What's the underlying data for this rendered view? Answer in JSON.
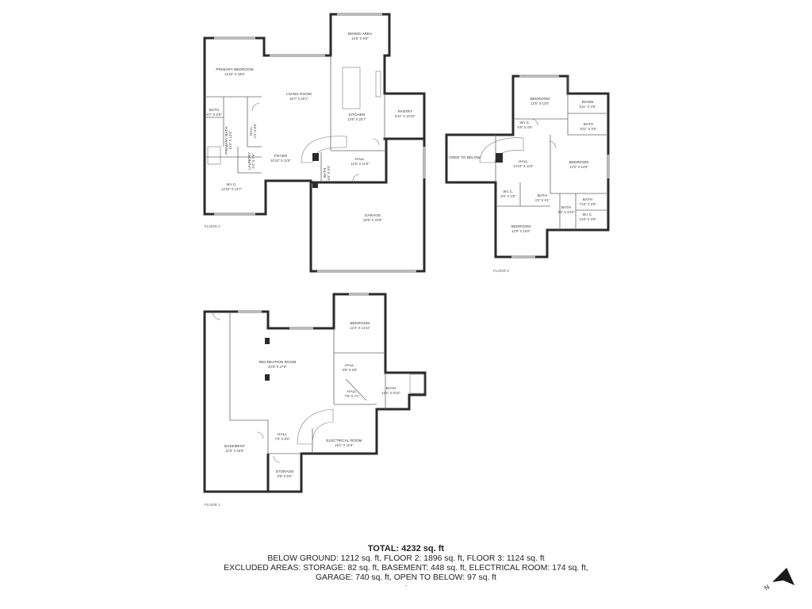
{
  "floors": {
    "floor2": {
      "label": "FLOOR 2",
      "rooms": [
        {
          "name": "PRIMARY BEDROOM",
          "dims": "14'10\" X 18'5\""
        },
        {
          "name": "LIVING ROOM",
          "dims": "16'7\" X 20'1\""
        },
        {
          "name": "DINING AREA",
          "dims": "14'5\" X 9'8\""
        },
        {
          "name": "KITCHEN",
          "dims": "13'5\" X 20'7\""
        },
        {
          "name": "PANTRY",
          "dims": "8'11\" X 10'10\""
        },
        {
          "name": "BATH",
          "dims": "5'7\" X 5'9\""
        },
        {
          "name": "PRIMARY BATH",
          "dims": "16'3\" X 13'3\""
        },
        {
          "name": "HALL",
          "dims": "4'2\" X 8'6\""
        },
        {
          "name": "FOYER",
          "dims": "20'10\" X 11'9\""
        },
        {
          "name": "LAUNDRY",
          "dims": "6'3\" X 7'9\""
        },
        {
          "name": "BATH",
          "dims": "5'8\" X 5'0\""
        },
        {
          "name": "HALL",
          "dims": "11'5\" X 11'5\""
        },
        {
          "name": "W.I.C.",
          "dims": "14'10\" X 13'7\""
        },
        {
          "name": "GARAGE",
          "dims": "28'5\" X 23'9\""
        }
      ]
    },
    "floor3": {
      "label": "FLOOR 3",
      "rooms": [
        {
          "name": "BEDROOM",
          "dims": "13'5\" X 13'0\""
        },
        {
          "name": "ROOM",
          "dims": "8'11\" X 4'6\""
        },
        {
          "name": "W.I.C.",
          "dims": "5'9\" X 4'9\""
        },
        {
          "name": "BATH",
          "dims": "9'11\" X 5'5\""
        },
        {
          "name": "OPEN TO BELOW",
          "dims": ""
        },
        {
          "name": "HALL",
          "dims": "13'10\" X 11'5\""
        },
        {
          "name": "BEDROOM",
          "dims": "14'3\" X 14'6\""
        },
        {
          "name": "W.I.C.",
          "dims": "6'0\" X 4'5\""
        },
        {
          "name": "BATH",
          "dims": "4'2\" X 6'1\""
        },
        {
          "name": "BATH",
          "dims": "7'10\" X 3'9\""
        },
        {
          "name": "BATH",
          "dims": "3'5\" X 8'10\""
        },
        {
          "name": "W.I.C.",
          "dims": "3'10\" X 4'9\""
        },
        {
          "name": "BEDROOM",
          "dims": "12'9\" X 15'0\""
        }
      ]
    },
    "floor1": {
      "label": "FLOOR 1",
      "rooms": [
        {
          "name": "BEDROOM",
          "dims": "12'4\" X 14'11\""
        },
        {
          "name": "RECREATION ROOM",
          "dims": "20'8\" X 27'8\""
        },
        {
          "name": "HALL",
          "dims": "8'9\" X 6'8\""
        },
        {
          "name": "BATH",
          "dims": "14'2\" X 8'10\""
        },
        {
          "name": "HALL",
          "dims": "7'9\" X 7'1\""
        },
        {
          "name": "HALL",
          "dims": "7'6\" X 8'0\""
        },
        {
          "name": "ELECTRICAL ROOM",
          "dims": "16'1\" X 11'5\""
        },
        {
          "name": "BASEMENT",
          "dims": "11'9\" X 45'8\""
        },
        {
          "name": "STORAGE",
          "dims": "8'6\" X 9'5\""
        }
      ]
    }
  },
  "summary": {
    "total": "TOTAL: 4232 sq. ft",
    "line1": "BELOW GROUND: 1212 sq. ft, FLOOR 2: 1896 sq. ft, FLOOR 3: 1124 sq. ft",
    "line2": "EXCLUDED AREAS: STORAGE: 82 sq. ft, BASEMENT: 448 sq. ft, ELECTRICAL ROOM: 174 sq. ft,",
    "line3": "GARAGE: 740 sq. ft, OPEN TO BELOW: 97 sq. ft",
    "dash": "-"
  },
  "compass": {
    "letter": "N",
    "icon": "north-arrow-icon"
  },
  "colors": {
    "wall": "#2b2b2b",
    "background": "#ffffff",
    "text": "#222222"
  }
}
